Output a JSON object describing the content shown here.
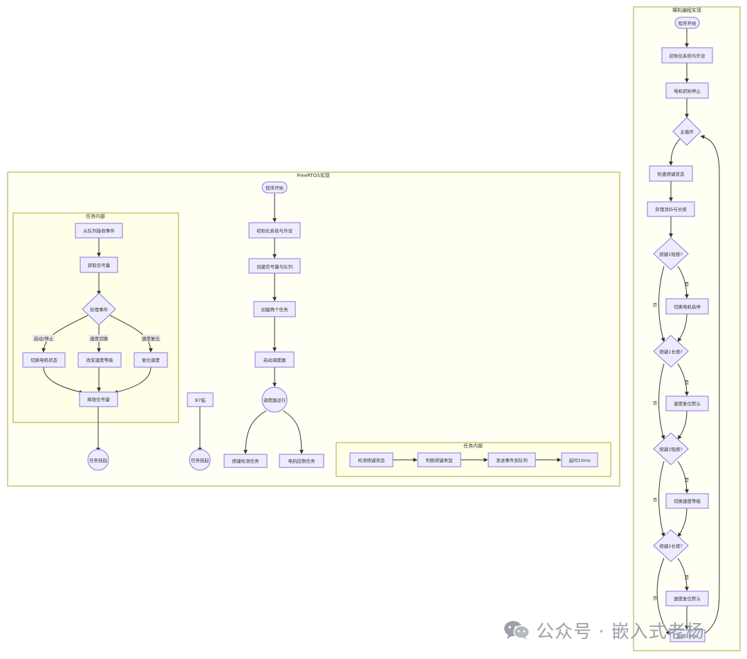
{
  "freertos": {
    "title": "FreeRTOS实现",
    "start": "程序开始",
    "init": "初始化系统与外设",
    "create_sem_queue": "创建信号量与队列",
    "create_tasks": "创建两个任务",
    "start_scheduler": "启动调度器",
    "scheduler_running": "调度器运行",
    "key_task": "按键检测任务",
    "motor_task": "电机控制任务",
    "blocked": "B7临",
    "suspend_a": "任务挂起",
    "suspend_b": "任务挂起",
    "task_inner_left": {
      "title": "任务内部",
      "recv": "从队列接收事件",
      "take_sem": "获取信号量",
      "handle": "处理事件",
      "edge_startstop": "启动/停止",
      "edge_speed_switch": "速度切换",
      "edge_speed_reset": "速度复位",
      "toggle_motor": "切换电机状态",
      "change_speed": "改变速度等级",
      "reset_speed": "复位速度",
      "give_sem": "释放信号量"
    },
    "task_inner_right": {
      "title": "任务内部",
      "detect": "检测按键状态",
      "judge": "判断按键类型",
      "send": "发送事件到队列",
      "delay": "延时10ms"
    }
  },
  "baremetal": {
    "title": "裸机编程实现",
    "start": "程序开始",
    "init": "初始化系统与外设",
    "motor_stop": "电机初始停止",
    "main_loop": "主循环",
    "check_key": "检查按键状态",
    "debounce": "处理消抖与长按",
    "d1": "按键1短按?",
    "a1": "切换电机启停",
    "d2": "按键1长按?",
    "a2": "速度复位默认",
    "d3": "按键2短按?",
    "a3": "切换速度等级",
    "d4": "按键2长按?",
    "a4": "速度复位默认",
    "delay": "延时10ms",
    "yes": "是",
    "no": "否"
  },
  "watermark": "公众号 · 嵌入式老杨",
  "colors": {
    "node_fill": "#ECECFF",
    "node_stroke": "#9370DB",
    "cluster_fill": "#FFFFDE",
    "cluster_stroke": "#AAAA33",
    "edge": "#333333",
    "label_bg": "#E8E8E8"
  }
}
